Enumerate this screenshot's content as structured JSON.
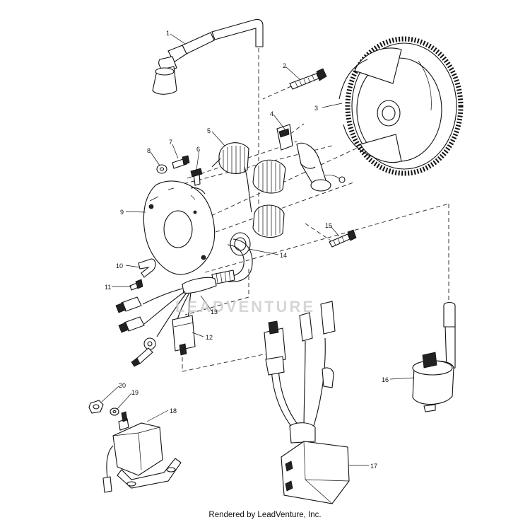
{
  "parts": [
    {
      "number": "1",
      "name": "spark-plug-cap"
    },
    {
      "number": "2",
      "name": "flywheel-bolt"
    },
    {
      "number": "3",
      "name": "flywheel"
    },
    {
      "number": "4",
      "name": "pulser-coil"
    },
    {
      "number": "5",
      "name": "stator-coil"
    },
    {
      "number": "6",
      "name": "screw"
    },
    {
      "number": "7",
      "name": "screw"
    },
    {
      "number": "8",
      "name": "washer"
    },
    {
      "number": "9",
      "name": "stator-base"
    },
    {
      "number": "10",
      "name": "clamp"
    },
    {
      "number": "11",
      "name": "clamp-screw"
    },
    {
      "number": "12",
      "name": "connector-boot"
    },
    {
      "number": "13",
      "name": "wire-harness"
    },
    {
      "number": "14",
      "name": "grommet"
    },
    {
      "number": "15",
      "name": "bolt"
    },
    {
      "number": "16",
      "name": "ignition-coil"
    },
    {
      "number": "17",
      "name": "cdi-unit"
    },
    {
      "number": "18",
      "name": "starter-relay"
    },
    {
      "number": "19",
      "name": "washer"
    },
    {
      "number": "20",
      "name": "nut"
    }
  ],
  "watermark": "LEADVENTURE",
  "footer": "Rendered by LeadVenture, Inc."
}
